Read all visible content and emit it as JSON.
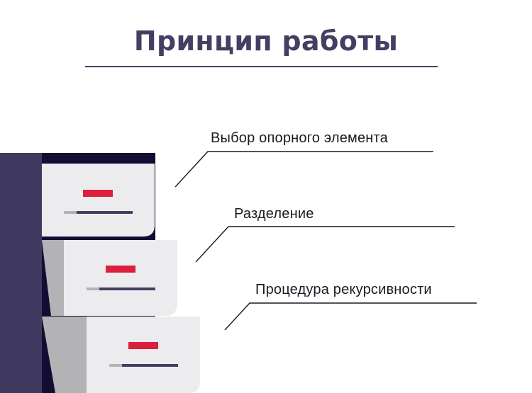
{
  "title": "Принцип работы",
  "steps": [
    {
      "label": "Выбор опорного элемента"
    },
    {
      "label": "Разделение"
    },
    {
      "label": "Процедура рекурсивности"
    }
  ],
  "colors": {
    "title": "#463e62",
    "cabinet_body": "#413a60",
    "cabinet_dark": "#130d33",
    "drawer_face": "#ececee",
    "drawer_side": "#b3b3b6",
    "drawer_tag": "#dc1f3c",
    "drawer_line": "#463e62",
    "drawer_line_light": "#b3b3b6",
    "callout_line": "#1b1a22"
  }
}
